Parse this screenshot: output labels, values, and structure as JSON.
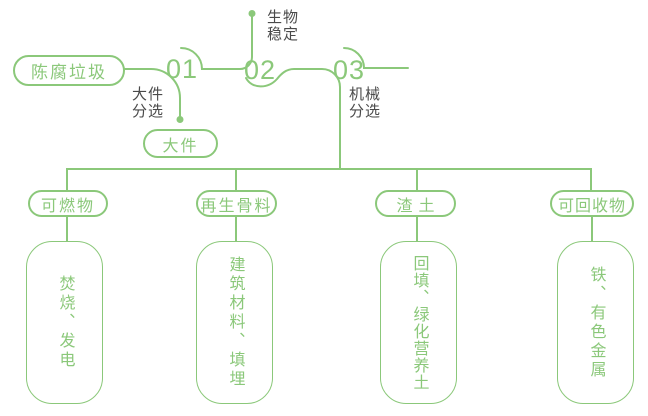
{
  "palette": {
    "green": "#8BC87A",
    "label_dark": "#4A4A4A",
    "background": "#FFFFFF"
  },
  "root": {
    "label": "陈腐垃圾"
  },
  "steps": [
    {
      "number": "01",
      "branch_label": "大件\n分选",
      "output": "大件"
    },
    {
      "number": "02",
      "branch_label": "生物\n稳定"
    },
    {
      "number": "03",
      "branch_label": "机械\n分选"
    }
  ],
  "outputs": [
    {
      "category": "可燃物",
      "detail": "焚烧、发电"
    },
    {
      "category": "再生骨料",
      "detail": "建筑材料、填埋"
    },
    {
      "category": "渣土",
      "detail": "回填、绿化营养土"
    },
    {
      "category": "可回收物",
      "detail": "铁、有色金属"
    }
  ]
}
